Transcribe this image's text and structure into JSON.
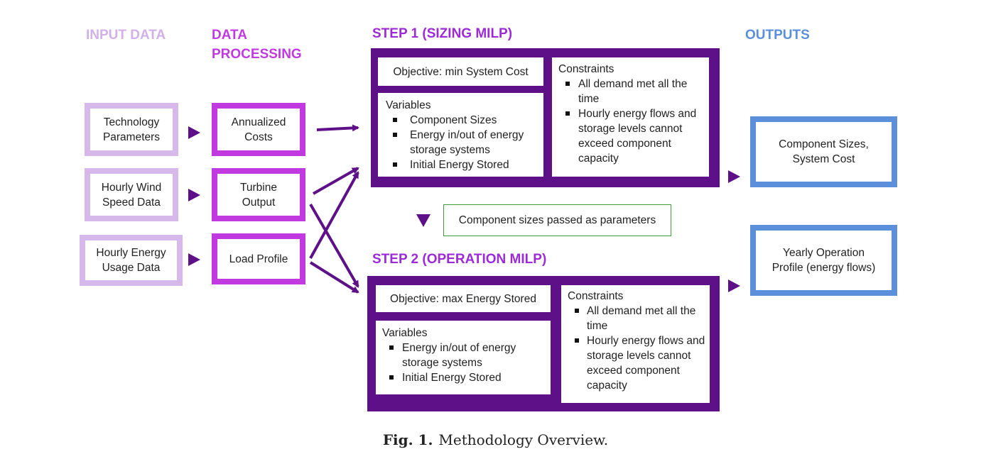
{
  "headers": {
    "input_data": "INPUT DATA",
    "data_processing_line1": "DATA",
    "data_processing_line2": "PROCESSING",
    "step1": "STEP 1 (SIZING MILP)",
    "step2": "STEP 2 (OPERATION MILP)",
    "outputs": "OUTPUTS"
  },
  "inputs": [
    {
      "line1": "Technology",
      "line2": "Parameters"
    },
    {
      "line1": "Hourly Wind",
      "line2": "Speed Data"
    },
    {
      "line1": "Hourly Energy",
      "line2": "Usage Data"
    }
  ],
  "processing": [
    {
      "line1": "Annualized",
      "line2": "Costs"
    },
    {
      "line1": "Turbine",
      "line2": "Output"
    },
    {
      "line1": "Load Profile",
      "line2": ""
    }
  ],
  "step1": {
    "objective": "Objective: min System Cost",
    "variables_title": "Variables",
    "variables": [
      "Component Sizes",
      "Energy in/out of energy storage systems",
      "Initial Energy Stored"
    ],
    "constraints_title": "Constraints",
    "constraints": [
      "All demand met all the time",
      "Hourly energy flows and storage levels cannot exceed component capacity"
    ]
  },
  "step2": {
    "objective": "Objective: max Energy Stored",
    "variables_title": "Variables",
    "variables": [
      "Energy in/out of energy storage systems",
      "Initial Energy Stored"
    ],
    "constraints_title": "Constraints",
    "constraints": [
      "All demand met all the time",
      "Hourly energy flows and storage levels cannot exceed component capacity"
    ]
  },
  "pass_label": "Component sizes passed as parameters",
  "outputs": [
    {
      "line1": "Component Sizes,",
      "line2": "System Cost"
    },
    {
      "line1": "Yearly Operation",
      "line2": "Profile (energy flows)"
    }
  ],
  "caption": {
    "label": "Fig. 1.",
    "text": "Methodology Overview."
  },
  "colors": {
    "input": "#d7b8ea",
    "processing": "#c03ae0",
    "step": "#5e1088",
    "output": "#5b8fdb",
    "pass_border": "#3f9a3a"
  }
}
